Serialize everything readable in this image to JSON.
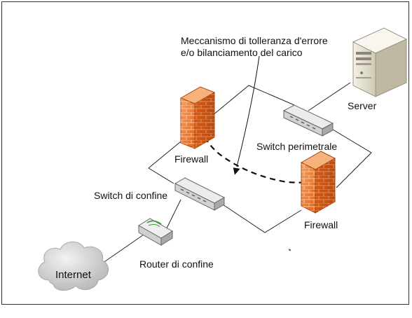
{
  "diagram": {
    "annotation_line1": "Meccanismo di tolleranza d'errore",
    "annotation_line2": "e/o bilanciamento del carico",
    "server_label": "Server",
    "switch_perimetrale_label": "Switch perimetrale",
    "firewall_top_label": "Firewall",
    "firewall_bottom_label": "Firewall",
    "switch_confine_label": "Switch di confine",
    "router_label": "Router di confine",
    "internet_label": "Internet"
  },
  "colors": {
    "firewall_orange": "#f07a2a",
    "firewall_brick_line": "#ffffff",
    "device_gray": "#cfcfcf",
    "cloud_gray": "#bdbdbd"
  }
}
